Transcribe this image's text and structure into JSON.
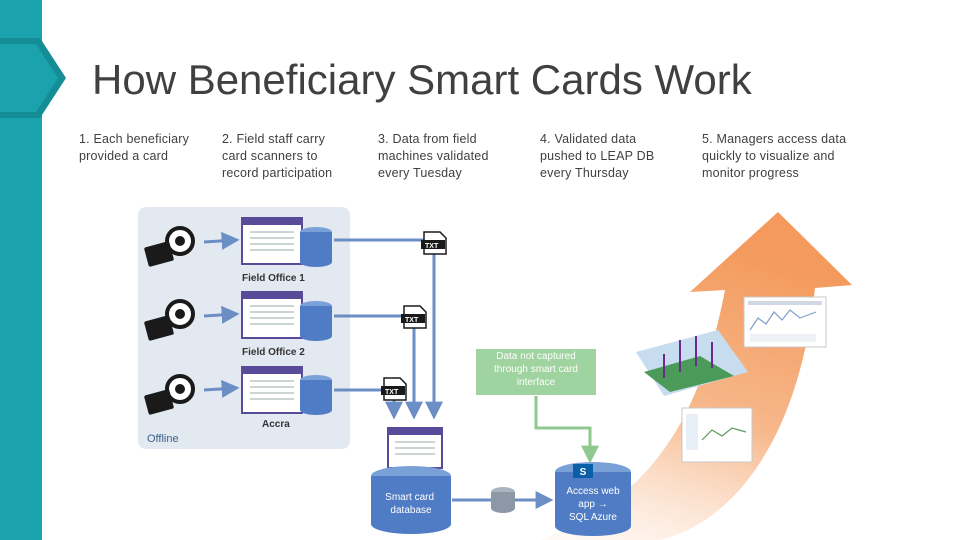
{
  "title": "How Beneficiary Smart Cards Work",
  "steps": [
    {
      "text": "1. Each beneficiary provided a card"
    },
    {
      "text": "2. Field staff carry card scanners to record participation"
    },
    {
      "text": "3. Data from field machines validated every Tuesday"
    },
    {
      "text": "4. Validated data pushed to LEAP DB every Thursday"
    },
    {
      "text": "5. Managers access data quickly to visualize and monitor  progress"
    }
  ],
  "diagram": {
    "offices": [
      "Field Office 1",
      "Field Office 2",
      "Accra"
    ],
    "offline_label": "Offline",
    "txt_badge": "TXT",
    "callout": "Data not captured through smart card interface",
    "smart_card_db": "Smart card database",
    "sharepoint_letter": "S",
    "access_app_line1": "Access web",
    "access_app_line2": "app →",
    "access_app_line3": "SQL Azure"
  },
  "colors": {
    "accent": "#1aa3ad",
    "offline_panel": "#e3e9f0",
    "db_blue": "#4f7cc4",
    "flow_arrow": "#6b8ec4",
    "callout_green": "#9fd39f",
    "growth_arrow": "#f4a36a"
  }
}
